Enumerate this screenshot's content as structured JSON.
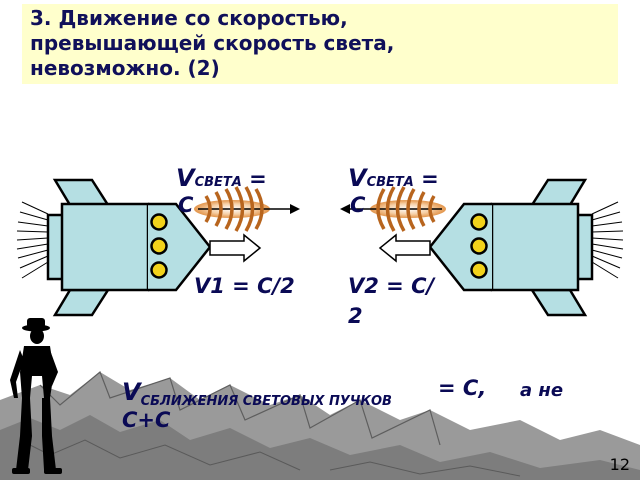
{
  "slide": {
    "title": "3. Движение со скоростью,\nпревышающей скорость света,\nневозможно. (2)",
    "page_number": "12"
  },
  "left_rocket": {
    "light_speed_v": "V",
    "light_speed_sub": "СВЕТА",
    "light_speed_eq": " =",
    "light_speed_c": "C",
    "speed_label": "V1 = C/2"
  },
  "right_rocket": {
    "light_speed_v": "V",
    "light_speed_sub": "СВЕТА",
    "light_speed_eq": " =",
    "light_speed_c": "C",
    "speed_label_line1": "V2 = C/",
    "speed_label_line2": "2"
  },
  "approach": {
    "v": "V",
    "sub": "СБЛИЖЕНИЯ СВЕТОВЫХ ПУЧКОВ",
    "eq": "= C,",
    "not": "а не",
    "sum": "C+C"
  },
  "colors": {
    "title_bg": "#ffffcc",
    "rocket_body": "#b5dfe3",
    "porthole": "#f2d21b",
    "wave": "#b8651e"
  }
}
